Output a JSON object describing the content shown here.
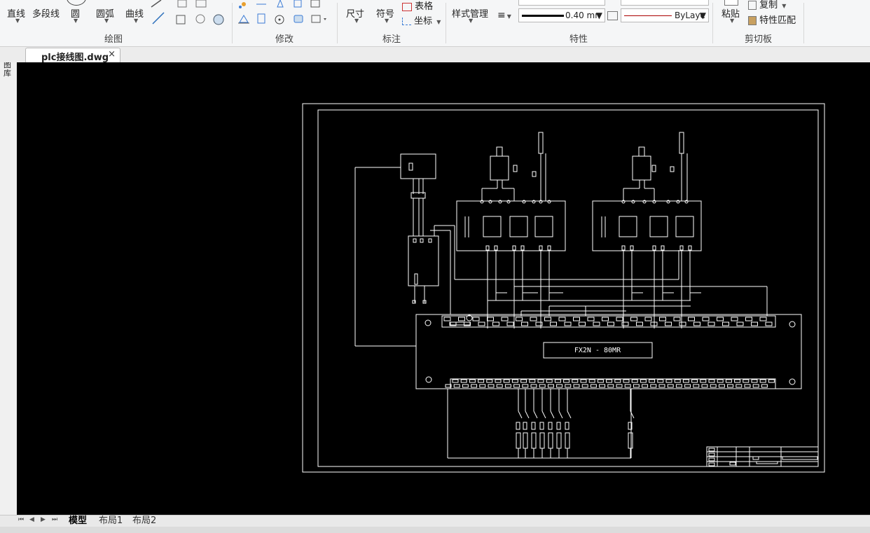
{
  "ribbon": {
    "draw": {
      "line": "直线",
      "polyline": "多段线",
      "circle": "圆",
      "arc": "圆弧",
      "curve": "曲线",
      "group_label": "绘图"
    },
    "modify": {
      "group_label": "修改"
    },
    "annotate": {
      "dimension": "尺寸",
      "symbol": "符号",
      "table": "表格",
      "coordinate": "坐标",
      "group_label": "标注"
    },
    "properties": {
      "style_manager": "样式管理",
      "lineweight": "0.40 mn",
      "layer_color": "ByLaye",
      "group_label": "特性"
    },
    "clipboard": {
      "paste": "粘贴",
      "copy": "复制",
      "match_props": "特性匹配",
      "group_label": "剪切板"
    }
  },
  "tabs": {
    "document": "plc接线图.dwg",
    "close_glyph": "×"
  },
  "left_panel": {
    "label": "图库"
  },
  "drawing": {
    "plc_label": "FX2N - 80MR",
    "colors": {
      "bg": "#000000",
      "line": "#ffffff"
    }
  },
  "layout_tabs": [
    "模型",
    "布局1",
    "布局2"
  ],
  "nav_arrows": [
    "⏮",
    "◀",
    "▶",
    "⏭"
  ]
}
